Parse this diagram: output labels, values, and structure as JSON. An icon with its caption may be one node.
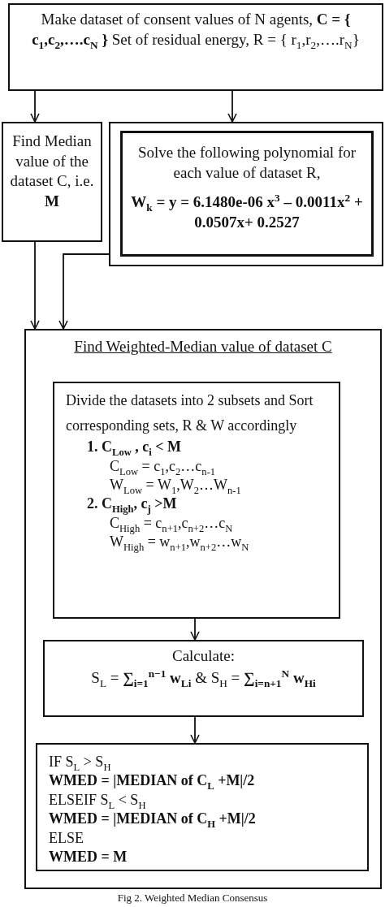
{
  "diagram": {
    "caption": "Fig 2. Weighted Median Consensus",
    "nodes": [
      {
        "text": [
          "Make dataset of consent values of N agents, **C = { c$_{1}$,c$_{2}$,….c$_{N}$ }** Set of residual energy, R = { r$_{1}$,r$_{2}$,….r$_{N}$}"
        ]
      },
      {
        "text": [
          "Find Median value of the dataset C, i.e. **M**"
        ]
      },
      {
        "text": [],
        "shape": "box"
      },
      {
        "text": [
          "Solve the following polynomial for each value of dataset R,",
          "W$_{k}$ = y = 6.1480e-06 x$^{3}$ – 0.0011x$^{2}$ + 0.0507x+ 0.2527"
        ],
        "in": 2
      },
      {
        "text": [
          "Find Weighted-Median value of dataset C"
        ]
      },
      {
        "text": [
          "Divide the datasets into 2 subsets and Sort corresponding sets, R & W accordingly",
          "1. C$_{Low}$ , c$_{i}$ < M",
          "C$_{Low}$ = c$_{1}$,c$_{2}$…c$_{n-1}$",
          "W$_{Low}$ = W$_{1}$,W$_{2}$…W$_{n-1}$",
          "2. C$_{High}$, c$_{j}$ >M",
          "C$_{High}$ = c$_{n+1}$,c$_{n+2}$…c$_{N}$",
          "W$_{High}$ = w$_{n+1}$,w$_{n+2}$…w$_{N}$"
        ],
        "in": 4
      },
      {
        "text": [
          "Calculate:",
          "S$_{L}$ = **∑$_{i=1}$$^{n−1}$ w$_{Li}$** & S$_{H}$ = **∑$_{i=n+1}$$^{N}$ w$_{Hi}$**"
        ],
        "in": 4
      },
      {
        "text": [
          "IF S$_{L}$ > S$_{H}$",
          "WMED = |MEDIAN of C$_{L}$ +M|/2",
          "ELSEIF S$_{L}$ < S$_{H}$",
          "WMED = |MEDIAN of C$_{H}$ +M|/2",
          "ELSE",
          "WMED = M"
        ],
        "in": 4
      }
    ],
    "edges": [
      {
        "from": 0,
        "to": 1,
        "arrow": "to"
      },
      {
        "from": 0,
        "to": 2,
        "arrow": "to"
      },
      {
        "from": 1,
        "to": 4,
        "arrow": "to"
      },
      {
        "from": 2,
        "to": 4,
        "arrow": "to"
      },
      {
        "from": 5,
        "to": 6,
        "arrow": "to"
      },
      {
        "from": 6,
        "to": 7,
        "arrow": "to"
      }
    ]
  }
}
